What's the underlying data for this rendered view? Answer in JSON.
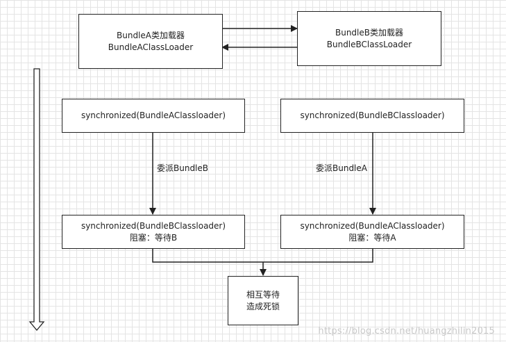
{
  "loaders": {
    "a": {
      "line1": "BundleA类加载器",
      "line2": "BundleAClassLoader"
    },
    "b": {
      "line1": "BundleB类加载器",
      "line2": "BundleBClassLoader"
    }
  },
  "left": {
    "sync1": "synchronized(BundleAClassloader)",
    "delegate": "委派BundleB",
    "sync2": "synchronized(BundleBClassloader)",
    "blocked": "阻塞：等待B"
  },
  "right": {
    "sync1": "synchronized(BundleBClassloader)",
    "delegate": "委派BundleA",
    "sync2": "synchronized(BundleAClassloader)",
    "blocked": "阻塞：等待A"
  },
  "result": {
    "line1": "相互等待",
    "line2": "造成死锁"
  },
  "watermark": "https://blog.csdn.net/huangzhilin2015",
  "colors": {
    "grid": "#e4e4e4",
    "stroke": "#222222",
    "watermark": "#c9c9c9"
  }
}
